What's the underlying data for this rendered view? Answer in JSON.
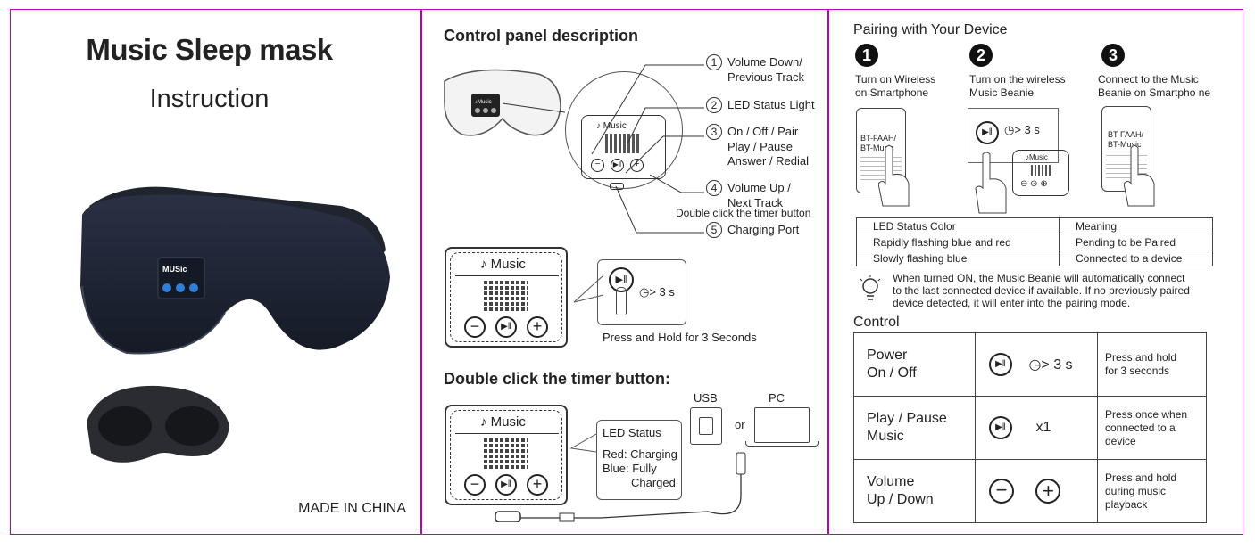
{
  "left": {
    "title": "Music Sleep mask",
    "subtitle": "Instruction",
    "made_in": "MADE IN CHINA",
    "mask_logo": "MUSic"
  },
  "middle": {
    "heading": "Control panel description",
    "mini_logo": "Music",
    "callouts": [
      {
        "num": "1",
        "lines": [
          "Volume Down/",
          "Previous Track"
        ]
      },
      {
        "num": "2",
        "lines": [
          "LED Status Light"
        ]
      },
      {
        "num": "3",
        "lines": [
          "On / Off / Pair",
          "Play / Pause",
          "Answer / Redial"
        ]
      },
      {
        "num": "4",
        "lines": [
          "Volume Up /",
          "Next Track"
        ]
      },
      {
        "num": "5",
        "lines": [
          "Charging Port"
        ]
      }
    ],
    "timer_note": "Double click the timer button",
    "panel_label": "Music",
    "hold_time": "> 3 s",
    "hold_caption": "Press and Hold for 3 Seconds",
    "heading2": "Double click the timer button:",
    "usb_label": "USB",
    "pc_label": "PC",
    "or_label": "or",
    "led_title": "LED Status",
    "led_red": "Red: Charging",
    "led_blue_1": "Blue: Fully",
    "led_blue_2": "Charged"
  },
  "right": {
    "heading": "Pairing with Your Device",
    "steps": [
      {
        "num": "1",
        "line1": "Turn on Wireless",
        "line2": "on Smartphone"
      },
      {
        "num": "2",
        "line1": "Turn on the wireless",
        "line2": "Music Beanie"
      },
      {
        "num": "3",
        "line1": "Connect to the Music",
        "line2": "Beanie on Smartpho ne"
      }
    ],
    "device_name_1": "BT-FAAH/",
    "device_name_2": "BT-Music",
    "step2_time": "> 3 s",
    "mini_logo": "Music",
    "led_table": {
      "headers": [
        "LED Status Color",
        "Meaning"
      ],
      "rows": [
        [
          "Rapidly flashing blue and red",
          "Pending to be Paired"
        ],
        [
          "Slowly flashing blue",
          "Connected to a device"
        ]
      ]
    },
    "tip_lines": [
      "When turned ON, the Music Beanie will automatically connect",
      "to the last connected device if available. If no previously paired",
      "device detected, it will enter into the pairing mode."
    ],
    "control_heading": "Control",
    "control_rows": [
      {
        "label1": "Power",
        "label2": "On / Off",
        "extra": "> 3 s",
        "desc": [
          "Press and hold",
          "for 3 seconds"
        ]
      },
      {
        "label1": "Play / Pause",
        "label2": "Music",
        "extra": "x1",
        "desc": [
          "Press once when",
          "connected to a",
          "device"
        ]
      },
      {
        "label1": "Volume",
        "label2": "Up / Down",
        "extra": "",
        "desc": [
          "Press and hold",
          "during music",
          "playback"
        ]
      }
    ]
  },
  "colors": {
    "border": "#b000b0",
    "mask": "#1c2233",
    "button_blue": "#2f7fd8"
  }
}
